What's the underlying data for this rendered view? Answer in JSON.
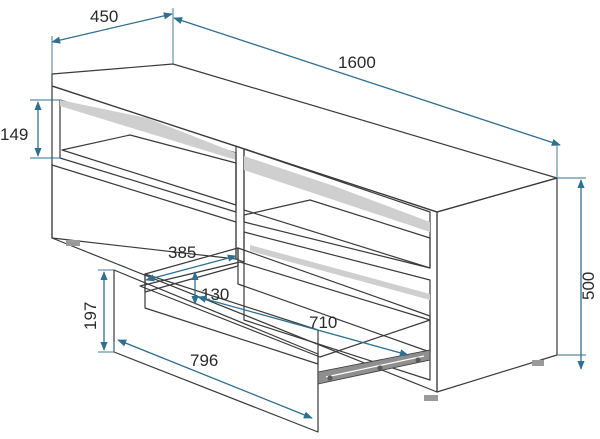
{
  "colors": {
    "dimension": "#2f6f8f",
    "outline": "#3a3a3a",
    "panel": "#ffffff",
    "interior": "#e8e8e8",
    "shade": "#cfcfcf",
    "rail": "#8f8f8f"
  },
  "dimensions": {
    "depth": "450",
    "width": "1600",
    "height": "500",
    "shelf_opening": "149",
    "drawer_front_height": "197",
    "drawer_inner_width": "385",
    "drawer_inner_height": "130",
    "drawer_inner_length": "710",
    "drawer_front_width": "796"
  }
}
